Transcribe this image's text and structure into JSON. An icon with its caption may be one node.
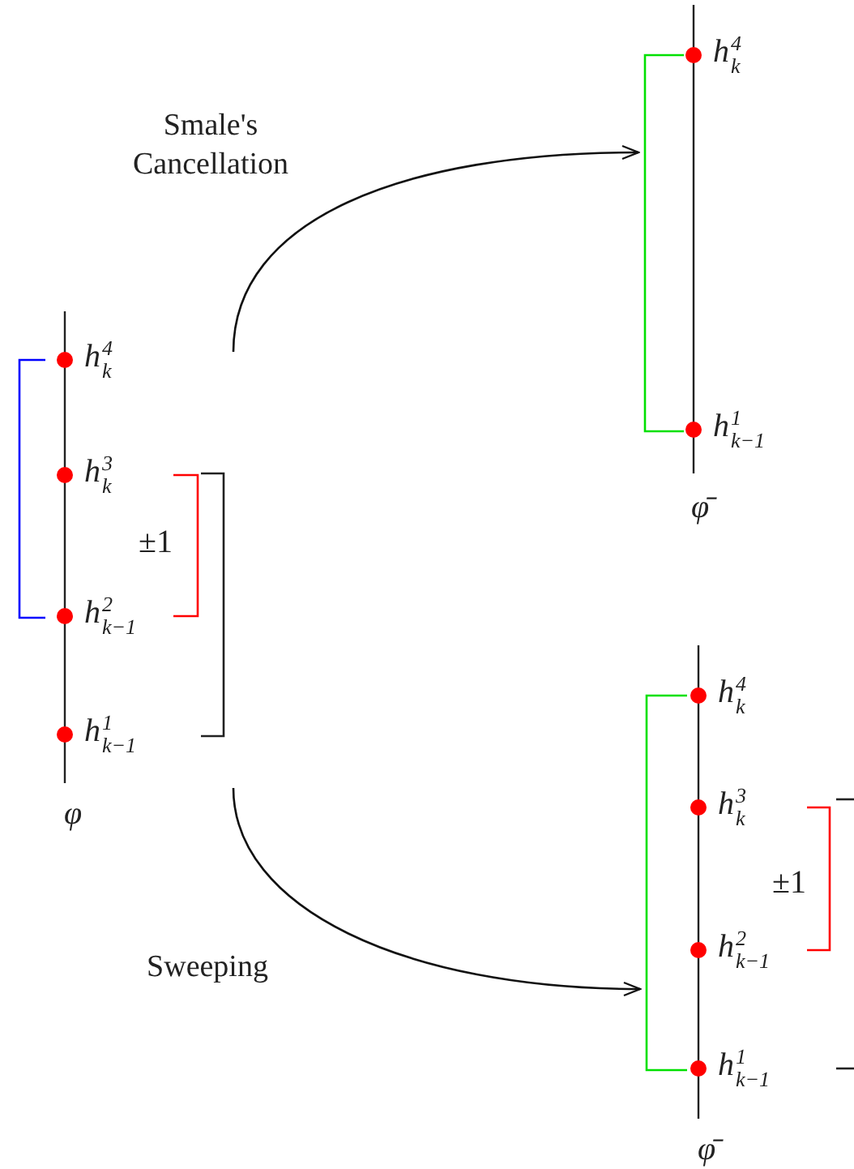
{
  "diagram": {
    "nodes": [
      {
        "text": [
          "φ"
        ]
      },
      {
        "text": [
          "h$^{4}$$_{k}$"
        ],
        "in": 0
      },
      {
        "text": [
          "h$^{3}$$_{k}$"
        ],
        "in": 0
      },
      {
        "text": [
          "h$^{2}$$_{k−1}$"
        ],
        "in": 0
      },
      {
        "text": [
          "h$^{1}$$_{k−1}$"
        ],
        "in": 0
      },
      {
        "text": [
          "φ̄"
        ]
      },
      {
        "text": [
          "h$^{4}$$_{k}$"
        ],
        "in": 5
      },
      {
        "text": [
          "h$^{1}$$_{k−1}$"
        ],
        "in": 5
      },
      {
        "text": [
          "φ̄"
        ]
      },
      {
        "text": [
          "h$^{4}$$_{k}$"
        ],
        "in": 8
      },
      {
        "text": [
          "h$^{3}$$_{k}$"
        ],
        "in": 8
      },
      {
        "text": [
          "h$^{2}$$_{k−1}$"
        ],
        "in": 8
      },
      {
        "text": [
          "h$^{1}$$_{k−1}$"
        ],
        "in": 8
      }
    ],
    "edges": [
      {
        "from": 0,
        "to": 5,
        "arrow": "to",
        "label": "Smale's Cancellation"
      },
      {
        "from": 0,
        "to": 8,
        "arrow": "to",
        "label": "Sweeping"
      }
    ],
    "labels": [
      "±1",
      "±1"
    ]
  }
}
